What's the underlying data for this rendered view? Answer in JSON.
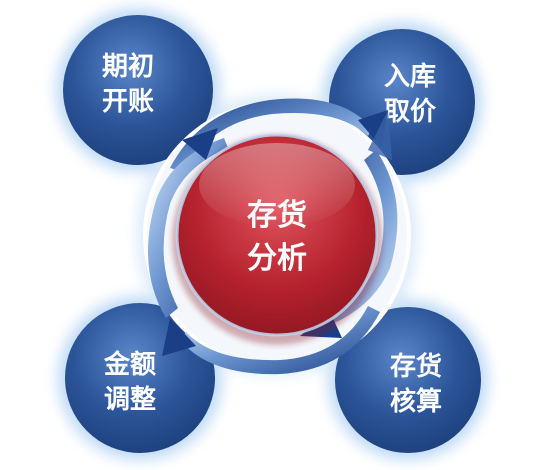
{
  "center": {
    "line1": "存货",
    "line2": "分析"
  },
  "steps": [
    {
      "id": "opening",
      "line1": "期初",
      "line2": "开账"
    },
    {
      "id": "receipt",
      "line1": "入库",
      "line2": "取价"
    },
    {
      "id": "accounting",
      "line1": "存货",
      "line2": "核算"
    },
    {
      "id": "adjust",
      "line1": "金额",
      "line2": "调整"
    }
  ],
  "colors": {
    "petal_dark": "#1c3f7a",
    "petal_light": "#5a86c8",
    "halo": "#a9cdf3",
    "center_dark": "#8c1620",
    "center_light": "#e0545e",
    "arrow_dark": "#1a3f86",
    "arrow_light": "#d6e6fa"
  }
}
